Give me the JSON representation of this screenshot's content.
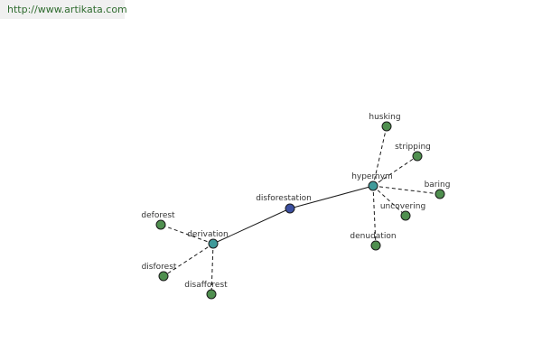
{
  "header": {
    "url": "http://www.artikata.com"
  },
  "colors": {
    "center": "#3b4fa0",
    "hub": "#3f9a9a",
    "leaf": "#4f8f4f",
    "stroke": "#1a1a1a"
  },
  "nodes": [
    {
      "id": "disforestation",
      "label": "disforestation",
      "kind": "center"
    },
    {
      "id": "derivation",
      "label": "derivation",
      "kind": "hub"
    },
    {
      "id": "hypernym",
      "label": "hypernym",
      "kind": "hub"
    },
    {
      "id": "deforest",
      "label": "deforest",
      "kind": "leaf"
    },
    {
      "id": "disforest",
      "label": "disforest",
      "kind": "leaf"
    },
    {
      "id": "disafforest",
      "label": "disafforest",
      "kind": "leaf"
    },
    {
      "id": "husking",
      "label": "husking",
      "kind": "leaf"
    },
    {
      "id": "stripping",
      "label": "stripping",
      "kind": "leaf"
    },
    {
      "id": "baring",
      "label": "baring",
      "kind": "leaf"
    },
    {
      "id": "uncovering",
      "label": "uncovering",
      "kind": "leaf"
    },
    {
      "id": "denudation",
      "label": "denudation",
      "kind": "leaf"
    }
  ],
  "edges": [
    {
      "from": "disforestation",
      "to": "derivation",
      "style": "solid"
    },
    {
      "from": "disforestation",
      "to": "hypernym",
      "style": "solid"
    },
    {
      "from": "derivation",
      "to": "deforest",
      "style": "dashed"
    },
    {
      "from": "derivation",
      "to": "disforest",
      "style": "dashed"
    },
    {
      "from": "derivation",
      "to": "disafforest",
      "style": "dashed"
    },
    {
      "from": "hypernym",
      "to": "husking",
      "style": "dashed"
    },
    {
      "from": "hypernym",
      "to": "stripping",
      "style": "dashed"
    },
    {
      "from": "hypernym",
      "to": "baring",
      "style": "dashed"
    },
    {
      "from": "hypernym",
      "to": "uncovering",
      "style": "dashed"
    },
    {
      "from": "hypernym",
      "to": "denudation",
      "style": "dashed"
    }
  ]
}
